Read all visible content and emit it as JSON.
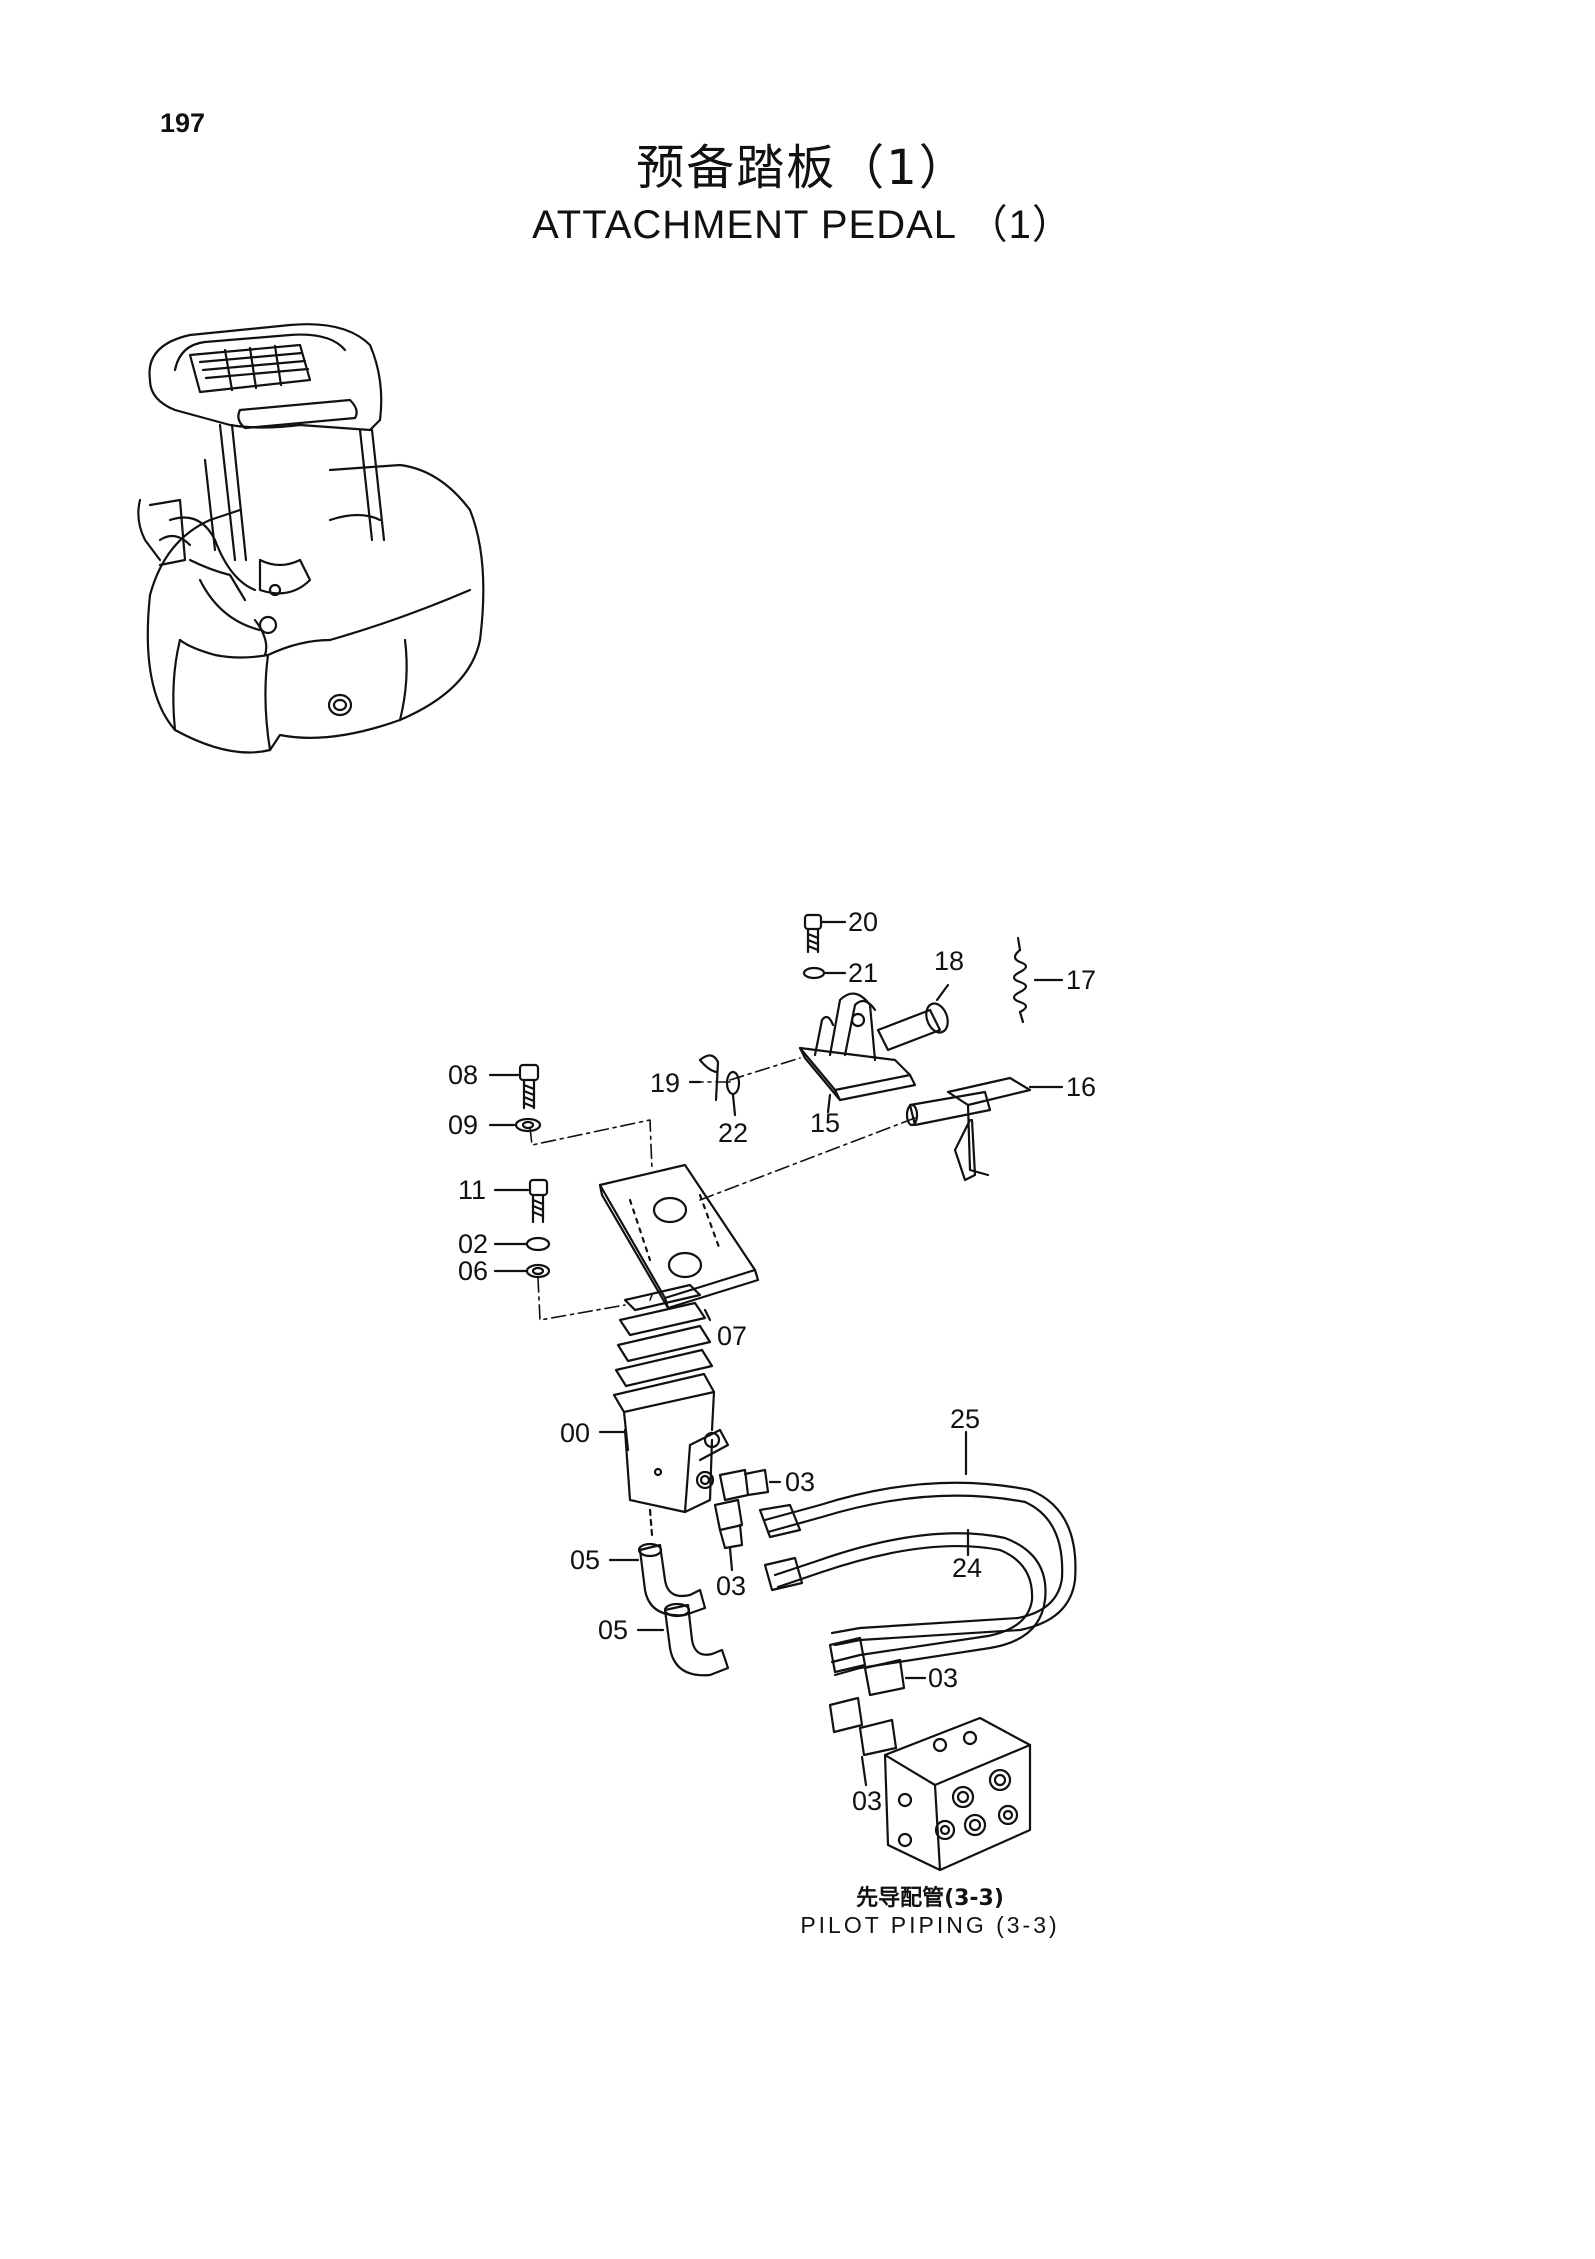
{
  "page": {
    "number": "197",
    "title_cn": "预备踏板（1）",
    "title_en": "ATTACHMENT  PEDAL （1）"
  },
  "callouts": {
    "p20": "20",
    "p21": "21",
    "p18": "18",
    "p17": "17",
    "p19": "19",
    "p22": "22",
    "p15": "15",
    "p16": "16",
    "p08": "08",
    "p09": "09",
    "p11": "11",
    "p02": "02",
    "p06": "06",
    "p07": "07",
    "p00": "00",
    "p25": "25",
    "p24": "24",
    "p03a": "03",
    "p03b": "03",
    "p03c": "03",
    "p03d": "03",
    "p05a": "05",
    "p05b": "05"
  },
  "reference": {
    "label_cn": "先导配管(3-3)",
    "label_en": "PILOT  PIPING (3-3)"
  }
}
